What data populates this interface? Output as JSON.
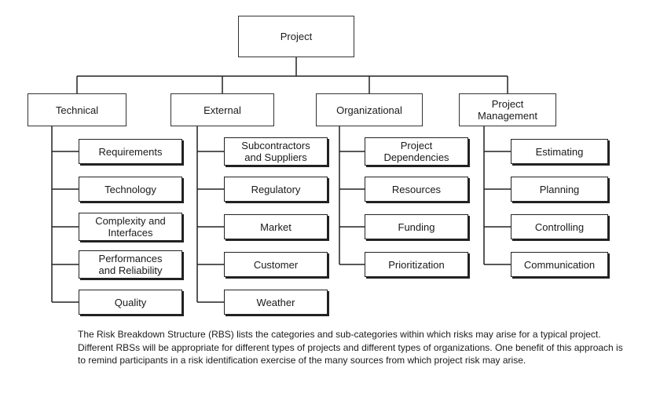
{
  "root": {
    "label": "Project"
  },
  "categories": [
    {
      "label": "Technical",
      "items": [
        "Requirements",
        "Technology",
        "Complexity and\nInterfaces",
        "Performances\nand Reliability",
        "Quality"
      ]
    },
    {
      "label": "External",
      "items": [
        "Subcontractors\nand Suppliers",
        "Regulatory",
        "Market",
        "Customer",
        "Weather"
      ]
    },
    {
      "label": "Organizational",
      "items": [
        "Project\nDependencies",
        "Resources",
        "Funding",
        "Prioritization"
      ]
    },
    {
      "label": "Project\nManagement",
      "items": [
        "Estimating",
        "Planning",
        "Controlling",
        "Communication"
      ]
    }
  ],
  "caption": "The Risk Breakdown Structure (RBS) lists the categories and sub-categories within which risks may arise for a typical project. Different RBSs will be appropriate for different types of projects and different types of organizations. One benefit of this approach is to remind participants in a risk identification exercise of the many sources from which project risk may arise."
}
